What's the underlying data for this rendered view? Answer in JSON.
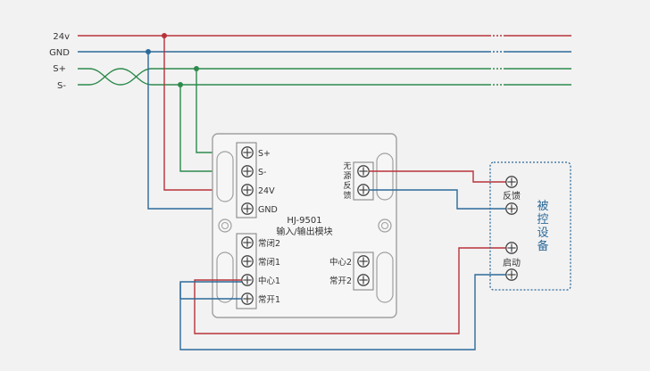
{
  "bus_labels": {
    "v24": "24v",
    "gnd": "GND",
    "s_plus": "S+",
    "s_minus": "S-"
  },
  "module": {
    "model": "HJ-9501",
    "name": "输入/输出模块",
    "left_terminals": {
      "s_plus": "S+",
      "s_minus": "S-",
      "v24": "24V",
      "gnd": "GND",
      "nc2": "常闭2",
      "nc1": "常闭1",
      "com1": "中心1",
      "no1": "常开1"
    },
    "right_terminals": {
      "feedback_top": "无",
      "feedback_mid": "源",
      "feedback_bottom1": "反",
      "feedback_bottom2": "馈",
      "com2": "中心2",
      "no2": "常开2"
    }
  },
  "device": {
    "feedback_label": "反馈",
    "start_label": "启动",
    "title_chars": [
      "被",
      "控",
      "设",
      "备"
    ]
  },
  "colors": {
    "red": "#b8323a",
    "blue": "#2c6a9a",
    "green": "#2c8a4c",
    "dashed_box": "#2c6a9a",
    "module_fill": "#f6f6f6",
    "module_stroke": "#a0a0a0",
    "text": "#333333"
  }
}
